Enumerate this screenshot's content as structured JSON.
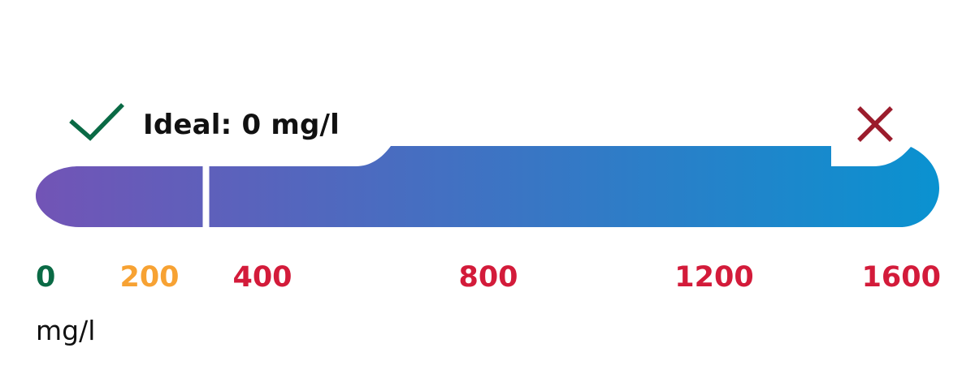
{
  "scale": {
    "ideal_label": "Ideal: 0 mg/l",
    "unit": "mg/l",
    "min": 0,
    "max": 1600,
    "marker_value": 300,
    "gradient": {
      "start": "#7254b6",
      "end": "#0a92d0"
    },
    "check_color": "#0a6a45",
    "cross_color": "#9b1c2c",
    "ticks": [
      {
        "label": "0",
        "value": 0,
        "color": "#0a6a45"
      },
      {
        "label": "200",
        "value": 200,
        "color": "#f7a233"
      },
      {
        "label": "400",
        "value": 400,
        "color": "#d31b3a"
      },
      {
        "label": "800",
        "value": 800,
        "color": "#d31b3a"
      },
      {
        "label": "1200",
        "value": 1200,
        "color": "#d31b3a"
      },
      {
        "label": "1600",
        "value": 1600,
        "color": "#d31b3a"
      }
    ]
  }
}
